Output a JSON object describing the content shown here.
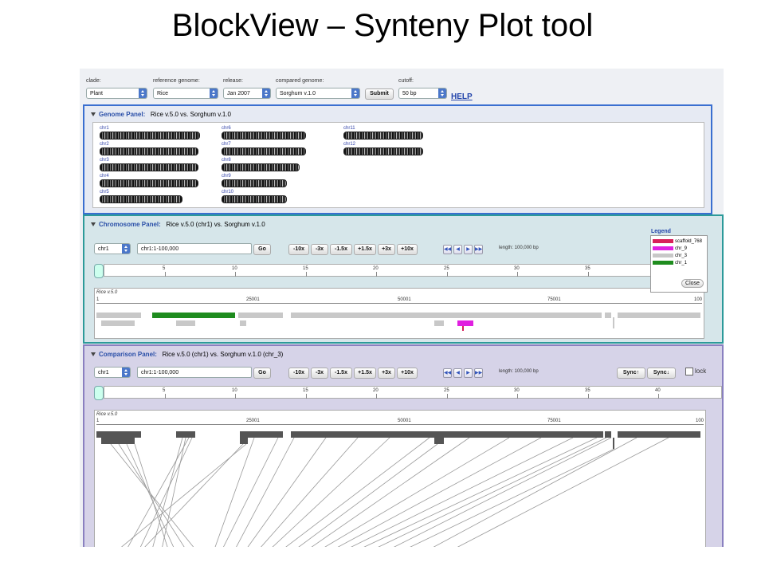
{
  "slide_title": "BlockView – Synteny Plot tool",
  "toolbar": {
    "clade_label": "clade:",
    "clade_value": "Plant",
    "ref_label": "reference genome:",
    "ref_value": "Rice",
    "release_label": "release:",
    "release_value": "Jan 2007",
    "compared_label": "compared genome:",
    "compared_value": "Sorghum v.1.0",
    "submit_label": "Submit",
    "cutoff_label": "cutoff:",
    "cutoff_value": "50 bp",
    "help_label": "HELP"
  },
  "genome_panel": {
    "name": "Genome Panel:",
    "subtitle": "Rice v.5.0 vs. Sorghum v.1.0",
    "chromosomes": [
      "chr1",
      "chr2",
      "chr3",
      "chr4",
      "chr5",
      "chr6",
      "chr7",
      "chr8",
      "chr9",
      "chr10",
      "chr11",
      "chr12"
    ]
  },
  "chromosome_panel": {
    "name": "Chromosome Panel:",
    "subtitle": "Rice v.5.0 (chr1) vs. Sorghum v.1.0",
    "chr_value": "chr1",
    "range_value": "chr1:1-100,000",
    "go_label": "Go",
    "zoom": [
      "-10x",
      "-3x",
      "-1.5x",
      "+1.5x",
      "+3x",
      "+10x"
    ],
    "length_text": "length: 100,000 bp",
    "ruler_ticks": [
      "5",
      "10",
      "15",
      "20",
      "25",
      "30",
      "35"
    ],
    "track_label": "Rice v.5.0",
    "track_ticks": [
      "1",
      "25001",
      "50001",
      "75001",
      "100"
    ],
    "legend": {
      "title": "Legend",
      "items": [
        {
          "label": "scaffold_768",
          "color": "#d8205a"
        },
        {
          "label": "chr_9",
          "color": "#e020e0"
        },
        {
          "label": "chr_3",
          "color": "#c8c8c8"
        },
        {
          "label": "chr_1",
          "color": "#1e8c1e"
        }
      ],
      "close_label": "Close"
    }
  },
  "comparison_panel": {
    "name": "Comparison Panel:",
    "subtitle": "Rice v.5.0 (chr1) vs. Sorghum v.1.0 (chr_3)",
    "chr_value": "chr1",
    "range_value": "chr1:1-100,000",
    "go_label": "Go",
    "zoom": [
      "-10x",
      "-3x",
      "-1.5x",
      "+1.5x",
      "+3x",
      "+10x"
    ],
    "length_text": "length: 100,000 bp",
    "sync_up_label": "Sync↑",
    "sync_down_label": "Sync↓",
    "lock_label": "lock",
    "ruler_ticks": [
      "5",
      "10",
      "15",
      "20",
      "25",
      "30",
      "35",
      "40"
    ],
    "track_label": "Rice v.5.0",
    "track_ticks": [
      "1",
      "25001",
      "50001",
      "75001",
      "100"
    ]
  }
}
